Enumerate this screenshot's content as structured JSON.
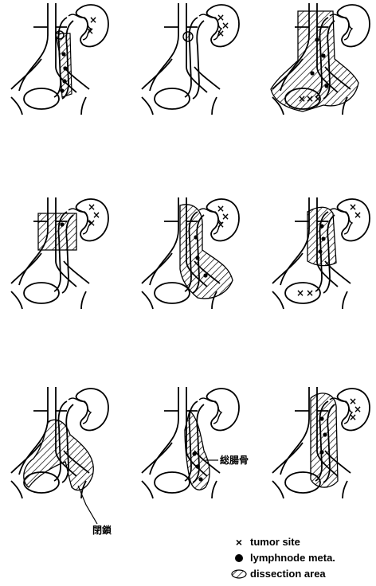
{
  "panels": [
    {
      "id": "p1",
      "dissection": "para-aortic strip + ureter to bladder",
      "nodes": 4,
      "tumors": 2
    },
    {
      "id": "p2",
      "dissection": "upper ureteral node only",
      "nodes": 0,
      "tumors": 3
    },
    {
      "id": "p3",
      "dissection": "extensive bilateral aortocaval + pelvis",
      "nodes": 4,
      "tumors": 3
    },
    {
      "id": "p4",
      "dissection": "para-aortic/renal hilum block",
      "nodes": 1,
      "tumors": 3
    },
    {
      "id": "p5",
      "dissection": "aorta + ipsilateral pelvis",
      "nodes": 3,
      "tumors": 3
    },
    {
      "id": "p6",
      "dissection": "para-aortic strip; tumor at bladder",
      "nodes": 3,
      "tumors": 4
    },
    {
      "id": "p7",
      "dissection": "aortic bifurcation + obturator",
      "nodes": 0,
      "tumors": 0
    },
    {
      "id": "p8",
      "dissection": "common iliac region",
      "nodes": 3,
      "tumors": 0
    },
    {
      "id": "p9",
      "dissection": "long para-aortic strip",
      "nodes": 3,
      "tumors": 3
    }
  ],
  "annotations": {
    "obturator": "閉鎖",
    "common_iliac": "総腸骨"
  },
  "legend": {
    "tumor_symbol": "×",
    "tumor_label": "tumor site",
    "node_label": "lymphnode meta.",
    "dissection_label": "dissection area"
  }
}
